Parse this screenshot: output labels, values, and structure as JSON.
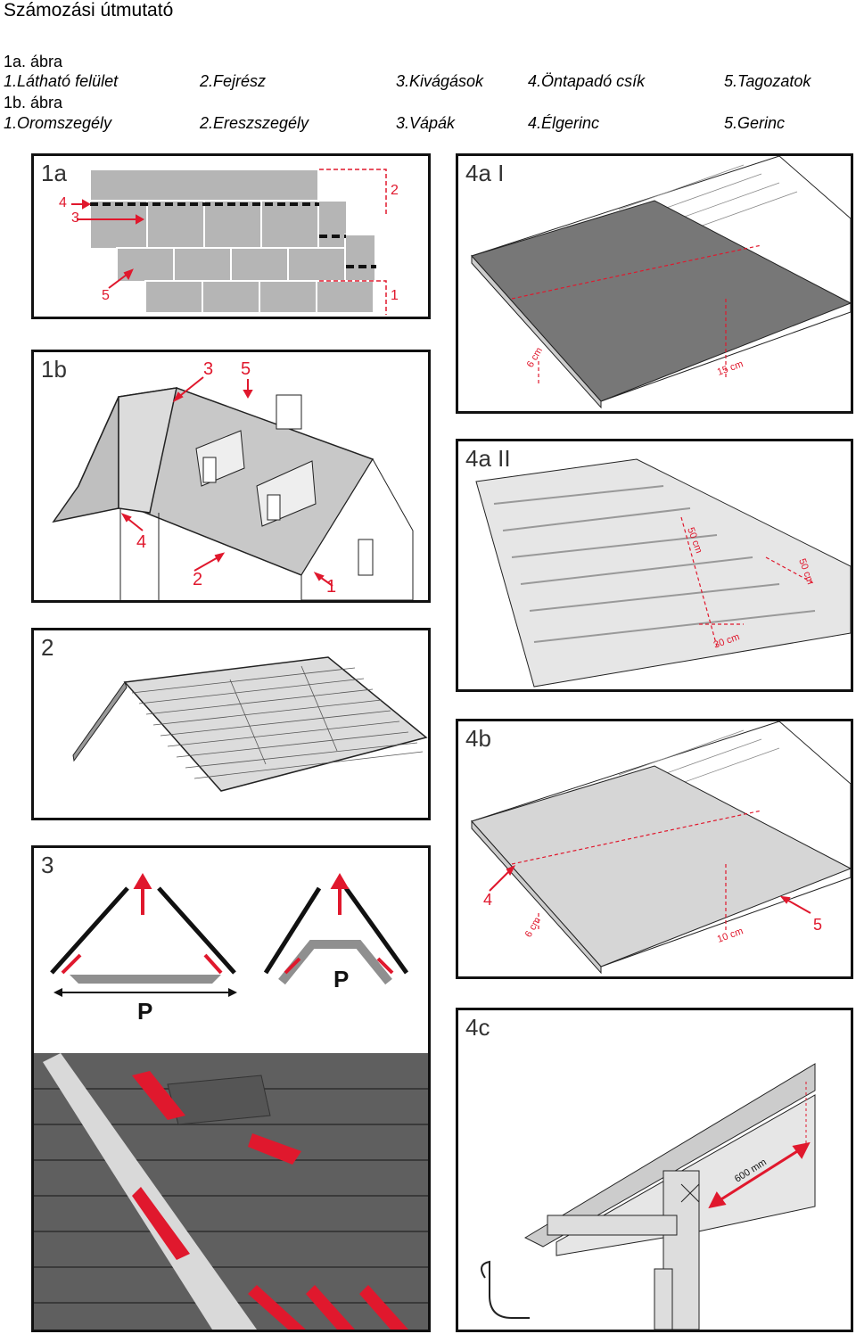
{
  "title": "Számozási útmutató",
  "fig1a": {
    "heading": "1a. ábra",
    "items": [
      "1.Látható felület",
      "2.Fejrész",
      "3.Kivágások",
      "4.Öntapadó csík",
      "5.Tagozatok"
    ]
  },
  "fig1b": {
    "heading": "1b. ábra",
    "items": [
      "1.Oromszegély",
      "2.Ereszszegély",
      "3.Vápák",
      "4.Élgerinc",
      "5.Gerinc"
    ]
  },
  "panels": {
    "p1a": {
      "label": "1a",
      "callouts": [
        "4",
        "3",
        "5",
        "2",
        "1"
      ]
    },
    "p1b": {
      "label": "1b",
      "callouts": [
        "3",
        "5",
        "4",
        "2",
        "1"
      ]
    },
    "p2": {
      "label": "2"
    },
    "p3": {
      "label": "3",
      "callouts": [
        "P",
        "P"
      ]
    },
    "p4a1": {
      "label": "4a I",
      "measures": [
        "6 cm",
        "15 cm"
      ]
    },
    "p4a2": {
      "label": "4a II",
      "measures": [
        "50 cm",
        "50 cm",
        "30 cm"
      ]
    },
    "p4b": {
      "label": "4b",
      "callouts": [
        "4",
        "5"
      ],
      "measures": [
        "6 cm",
        "10 cm"
      ]
    },
    "p4c": {
      "label": "4c",
      "measures": [
        "600 mm"
      ]
    }
  },
  "colors": {
    "accent": "#e0182d",
    "shingle": "#8f8f8f",
    "shingle_light": "#cfcfcf"
  }
}
